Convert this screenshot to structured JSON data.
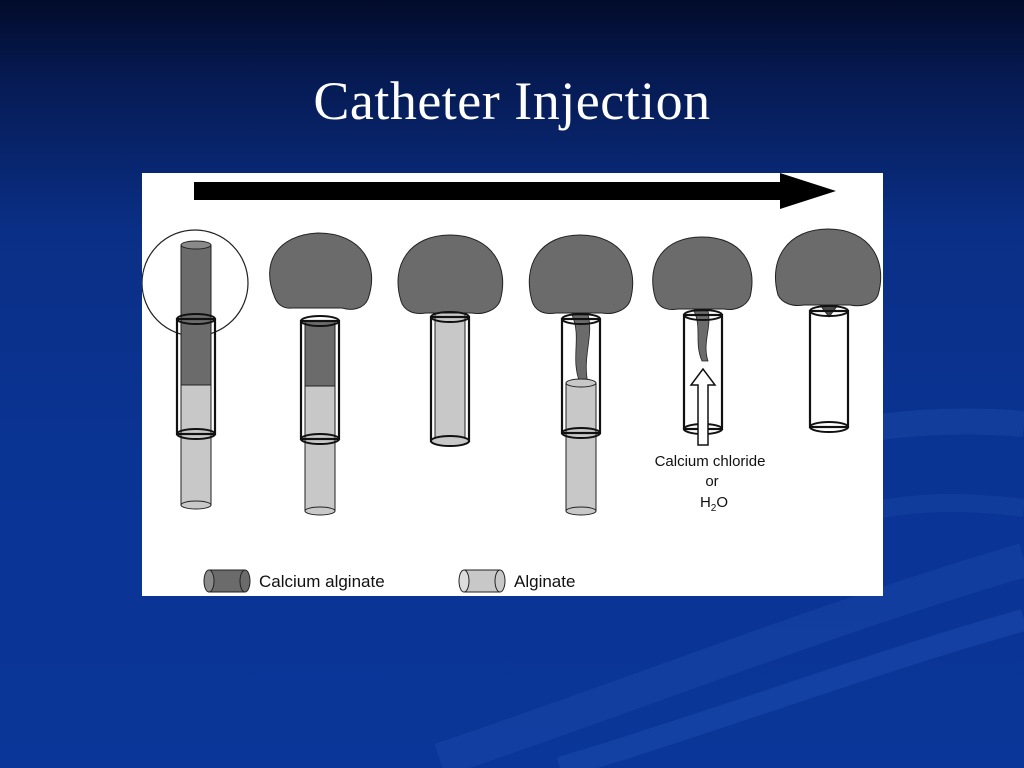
{
  "slide": {
    "title": "Catheter Injection"
  },
  "diagram": {
    "annotation_line1": "Calcium chloride",
    "annotation_line2": "or",
    "annotation_line3_main": "H",
    "annotation_line3_sub": "2",
    "annotation_line3_end": "O",
    "legend": [
      {
        "label": "Calcium alginate",
        "swatch": "#6b6b6b"
      },
      {
        "label": "Alginate",
        "swatch": "#c8c8c8"
      }
    ]
  },
  "colors": {
    "background_dark": "#020b2a",
    "background_blue": "#0a3494",
    "calcium_alginate": "#6b6b6b",
    "alginate": "#c8c8c8"
  },
  "icons": {
    "direction": "arrow-right-icon"
  }
}
